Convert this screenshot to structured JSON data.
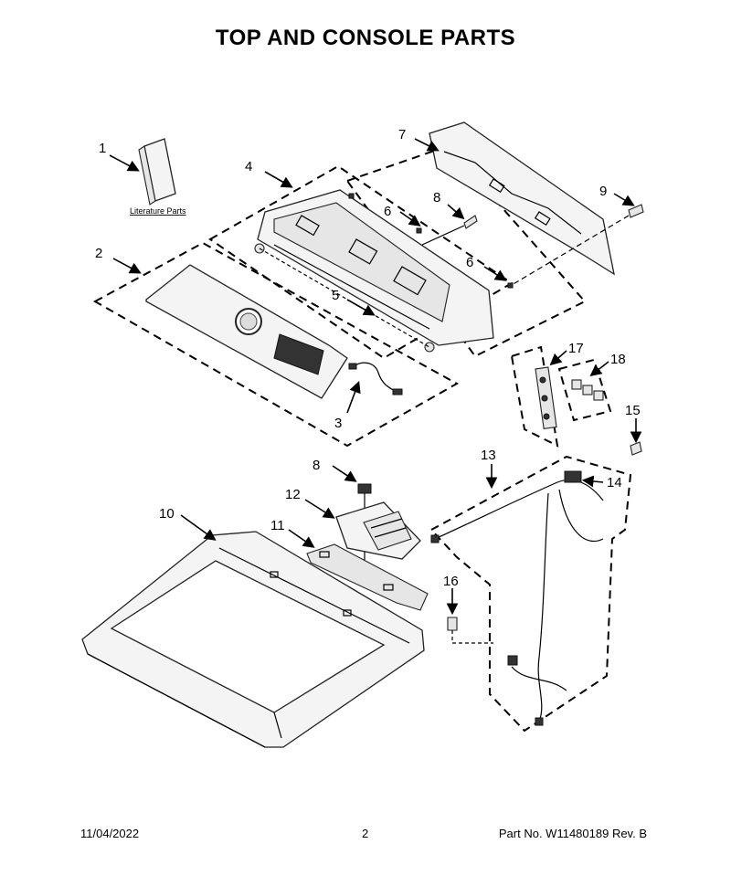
{
  "title": "TOP AND CONSOLE PARTS",
  "literature_label": "Literature Parts",
  "callouts": {
    "c1": "1",
    "c2": "2",
    "c3": "3",
    "c4": "4",
    "c5": "5",
    "c6a": "6",
    "c6b": "6",
    "c7": "7",
    "c8a": "8",
    "c8b": "8",
    "c9": "9",
    "c10": "10",
    "c11": "11",
    "c12": "12",
    "c13": "13",
    "c14": "14",
    "c15": "15",
    "c16": "16",
    "c17": "17",
    "c18": "18"
  },
  "footer": {
    "date": "11/04/2022",
    "page": "2",
    "part_number": "Part No.  W11480189  Rev.  B"
  }
}
